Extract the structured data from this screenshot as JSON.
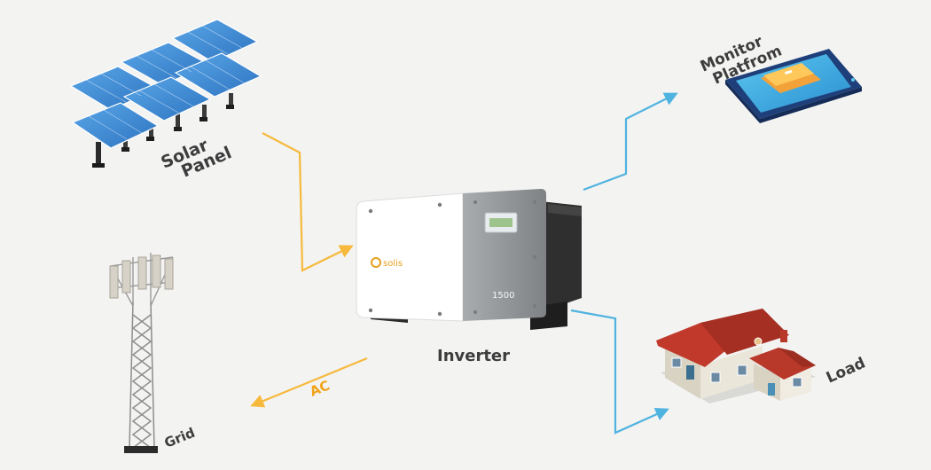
{
  "labels": {
    "solar_panel_line1": "Solar",
    "solar_panel_line2": "Panel",
    "monitor_line1": "Monitor",
    "monitor_line2": "Platfrom",
    "inverter": "Inverter",
    "load": "Load",
    "grid": "Grid",
    "ac": "AC"
  },
  "device": {
    "brand": "solis",
    "model": "1500"
  },
  "colors": {
    "background": "#f3f3f2",
    "dc_arrow": "#f6b93b",
    "ac_arrow": "#f6b93b",
    "ac_text": "#f0a31a",
    "data_arrow": "#4fb3e0",
    "panel_blue": "#3d8fd6",
    "roof_red": "#c0392b",
    "phone_body": "#1e3f7a"
  },
  "icons": [
    "solar-panel-icon",
    "inverter-icon",
    "phone-monitor-icon",
    "house-icon",
    "transmission-tower-icon"
  ]
}
